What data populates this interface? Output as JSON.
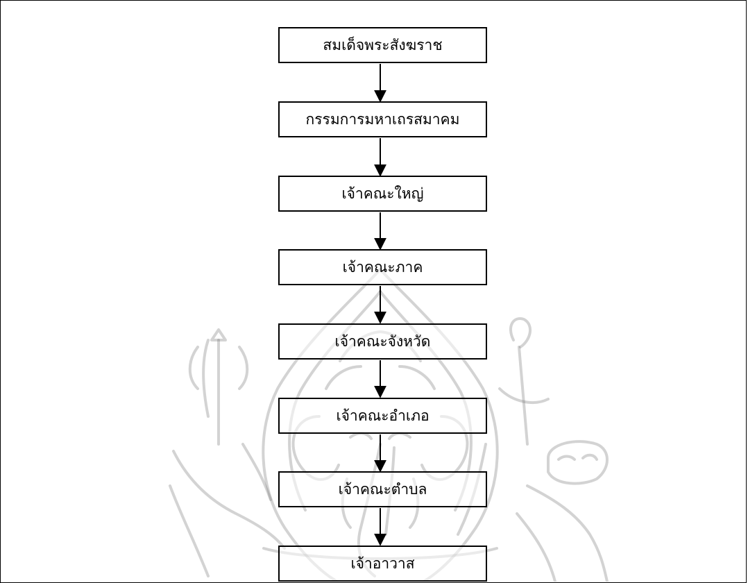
{
  "hierarchy": {
    "levels": [
      "สมเด็จพระสังฆราช",
      "กรรมการมหาเถรสมาคม",
      "เจ้าคณะใหญ่",
      "เจ้าคณะภาค",
      "เจ้าคณะจังหวัด",
      "เจ้าคณะอำเภอ",
      "เจ้าคณะตำบล",
      "เจ้าอาวาส"
    ]
  },
  "colors": {
    "line": "#000000",
    "watermark": "#6e6e6e"
  }
}
